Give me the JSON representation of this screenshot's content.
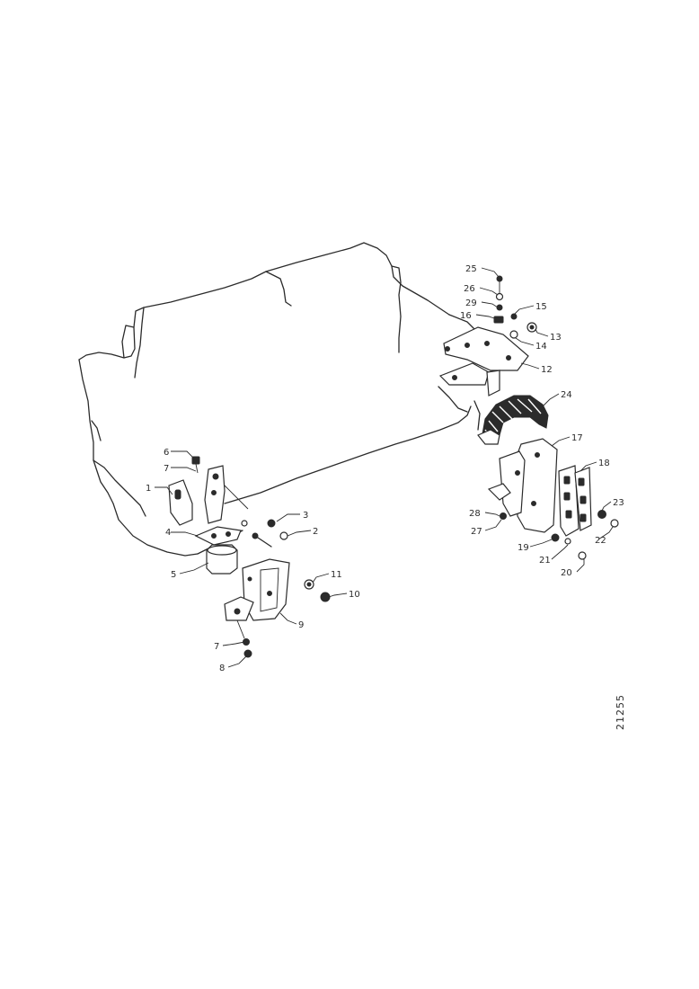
{
  "diagram": {
    "reference_number": "21255",
    "callouts": [
      {
        "id": "c1",
        "text": "1"
      },
      {
        "id": "c2",
        "text": "2"
      },
      {
        "id": "c3",
        "text": "3"
      },
      {
        "id": "c4",
        "text": "4"
      },
      {
        "id": "c5",
        "text": "5"
      },
      {
        "id": "c6",
        "text": "6"
      },
      {
        "id": "c7a",
        "text": "7"
      },
      {
        "id": "c7b",
        "text": "7"
      },
      {
        "id": "c8",
        "text": "8"
      },
      {
        "id": "c9",
        "text": "9"
      },
      {
        "id": "c10",
        "text": "10"
      },
      {
        "id": "c11",
        "text": "11"
      },
      {
        "id": "c12",
        "text": "12"
      },
      {
        "id": "c13",
        "text": "13"
      },
      {
        "id": "c14",
        "text": "14"
      },
      {
        "id": "c15",
        "text": "15"
      },
      {
        "id": "c16",
        "text": "16"
      },
      {
        "id": "c17",
        "text": "17"
      },
      {
        "id": "c18",
        "text": "18"
      },
      {
        "id": "c19",
        "text": "19"
      },
      {
        "id": "c20",
        "text": "20"
      },
      {
        "id": "c21",
        "text": "21"
      },
      {
        "id": "c22",
        "text": "22"
      },
      {
        "id": "c23",
        "text": "23"
      },
      {
        "id": "c24",
        "text": "24"
      },
      {
        "id": "c25",
        "text": "25"
      },
      {
        "id": "c26",
        "text": "26"
      },
      {
        "id": "c27",
        "text": "27"
      },
      {
        "id": "c28",
        "text": "28"
      },
      {
        "id": "c29",
        "text": "29"
      }
    ]
  }
}
